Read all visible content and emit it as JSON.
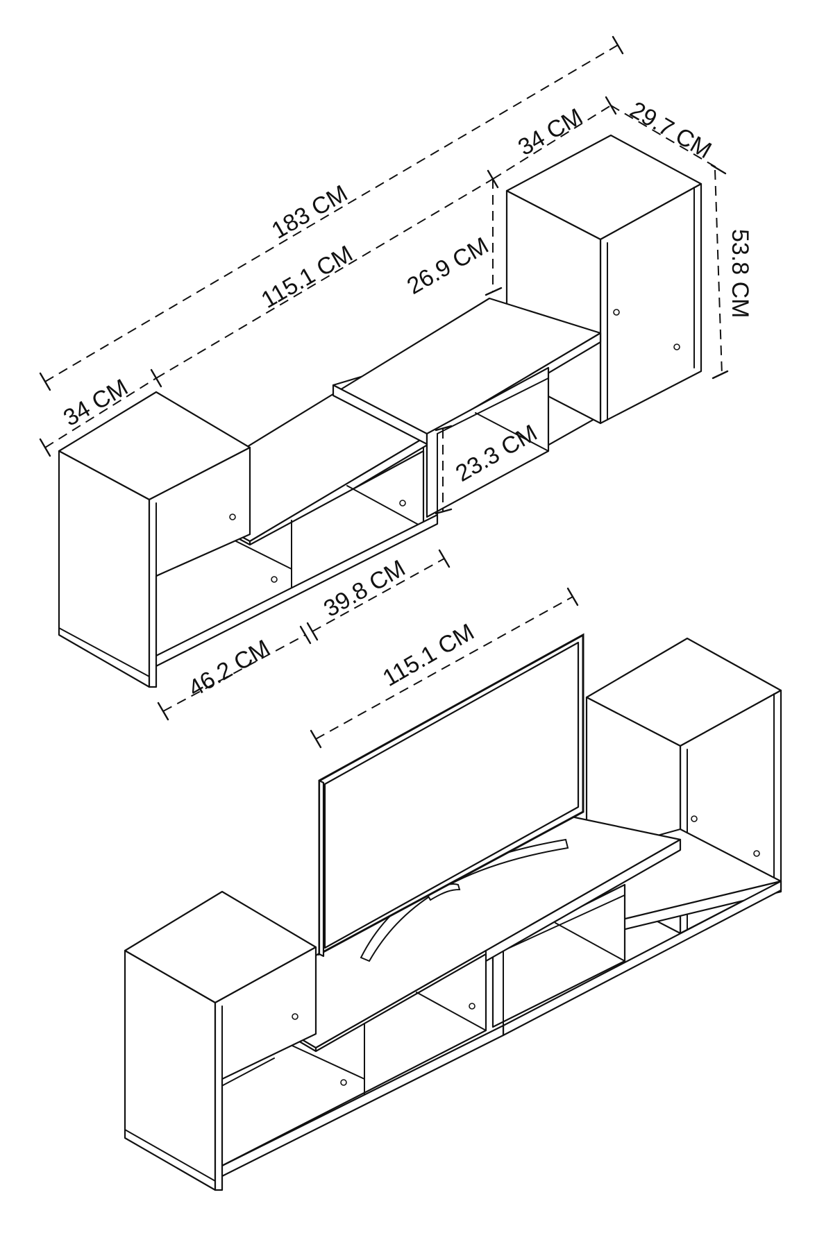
{
  "dimensions": {
    "total_width": "183 CM",
    "top_inner_width": "115.1 CM",
    "left_cube_width": "34 CM",
    "right_cube_width": "34 CM",
    "depth": "29.7 CM",
    "total_height": "53.8 CM",
    "top_step_height": "26.9 CM",
    "center_compartment_height": "23.3 CM",
    "lower_left_width": "46.2 CM",
    "lower_center_width": "39.8 CM",
    "tv_zone_width": "115.1 CM"
  }
}
